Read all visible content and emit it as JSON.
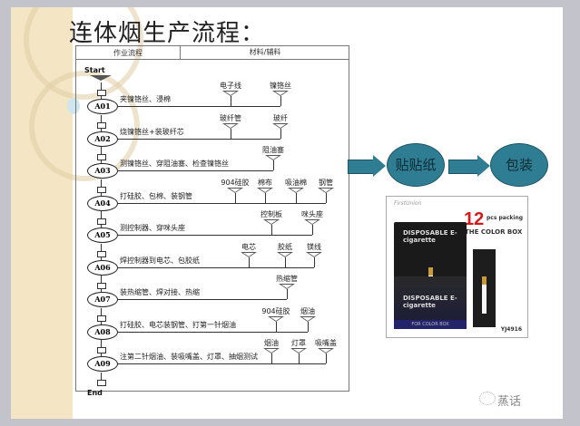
{
  "slide": {
    "title": "连体烟生产流程："
  },
  "flow_table": {
    "headers": [
      "作业流程",
      "材料/辅料"
    ],
    "start_label": "Start",
    "end_label": "End",
    "steps": [
      {
        "id": "A01",
        "text": "夹镍铬丝、浸棉",
        "materials": [
          "电子线",
          "镍铬丝"
        ]
      },
      {
        "id": "A02",
        "text": "烧镍铬丝+装玻纤芯",
        "materials": [
          "玻纤管",
          "玻纤"
        ]
      },
      {
        "id": "A03",
        "text": "测镍铬丝、穿阻油塞、检查镍铬丝",
        "materials": [
          "阻油塞"
        ]
      },
      {
        "id": "A04",
        "text": "打硅胶、包棉、装钢管",
        "materials": [
          "904硅胶",
          "棉布",
          "吸油棉",
          "钢管"
        ]
      },
      {
        "id": "A05",
        "text": "测控制器、穿咪头座",
        "materials": [
          "控制板",
          "咪头座"
        ]
      },
      {
        "id": "A06",
        "text": "焊控制器到电芯、包胶纸",
        "materials": [
          "电芯",
          "胶纸",
          "镁线"
        ]
      },
      {
        "id": "A07",
        "text": "装热缩管、焊对接、热缩",
        "materials": [
          "热缩管"
        ]
      },
      {
        "id": "A08",
        "text": "打硅胶、电芯装钢管、打第一针烟油",
        "materials": [
          "904硅胶",
          "烟油"
        ]
      },
      {
        "id": "A09",
        "text": "注第二针烟油、装吸嘴盖、灯罩、抽烟测试",
        "materials": [
          "烟油",
          "灯罩",
          "吸嘴盖"
        ]
      }
    ]
  },
  "process_after": {
    "steps": [
      "贴贴纸",
      "包装"
    ],
    "color": "#2f7d93"
  },
  "product_image": {
    "brand": "FirstUnion",
    "pack_count": "12",
    "pack_text": "pcs packing",
    "box_title": "THE COLOR BOX",
    "box_label_top": "DISPOSABLE E-cigarette",
    "box_label_front": "DISPOSABLE E-cigarette",
    "box_stripe": "FOR COLOR BOX",
    "sku": "YJ4916"
  },
  "watermark": {
    "text": "蒸话"
  }
}
